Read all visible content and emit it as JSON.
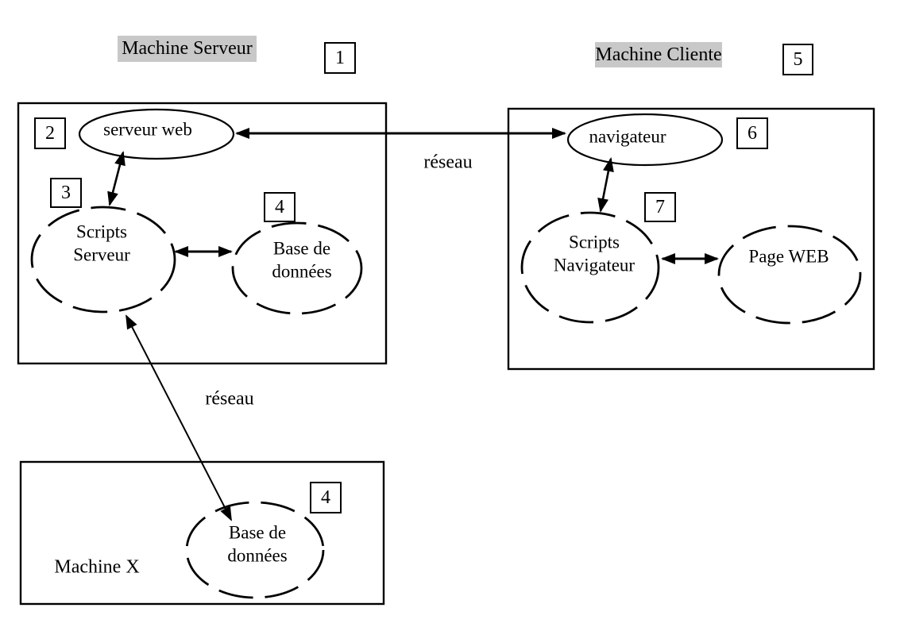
{
  "diagram": {
    "colors": {
      "highlight": "#c8c8c8",
      "ink": "#000000"
    },
    "server_machine": {
      "title": "Machine Serveur",
      "badge": "1",
      "web_server_node": {
        "label": "serveur web",
        "badge": "2"
      },
      "server_scripts_node": {
        "line1": "Scripts",
        "line2": "Serveur",
        "badge": "3"
      },
      "database_node": {
        "line1": "Base de",
        "line2": "données",
        "badge": "4"
      }
    },
    "client_machine": {
      "title": "Machine Cliente",
      "badge": "5",
      "browser_node": {
        "label": "navigateur",
        "badge": "6"
      },
      "browser_scripts_node": {
        "line1": "Scripts",
        "line2": "Navigateur",
        "badge": "7"
      },
      "web_page_node": {
        "label": "Page WEB"
      }
    },
    "machine_x": {
      "title": "Machine X",
      "database_node": {
        "line1": "Base de",
        "line2": "données",
        "badge": "4"
      }
    },
    "network_label_top": "réseau",
    "network_label_bottom": "réseau"
  }
}
